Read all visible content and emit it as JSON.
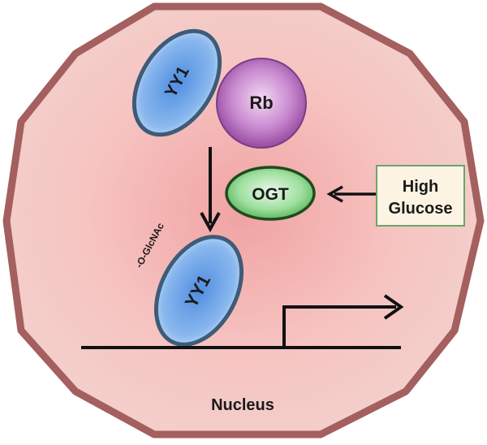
{
  "labels": {
    "yy1_top": "YY1",
    "rb": "Rb",
    "ogt": "OGT",
    "high_glucose_line1": "High",
    "high_glucose_line2": "Glucose",
    "ogcnac": "-O-GlcNAc",
    "yy1_bottom": "YY1",
    "nucleus": "Nucleus"
  },
  "colors": {
    "nucleus_fill": "#f2b8b5",
    "nucleus_border": "#a05a5a",
    "yy1_fill": "#6aa3e8",
    "yy1_border": "#34506a",
    "rb_fill": "#b56fc0",
    "ogt_fill": "#7ed17e",
    "ogt_border": "#1f4a1f",
    "high_glucose_fill": "#fdf3e3",
    "high_glucose_border": "#6aa56a"
  }
}
